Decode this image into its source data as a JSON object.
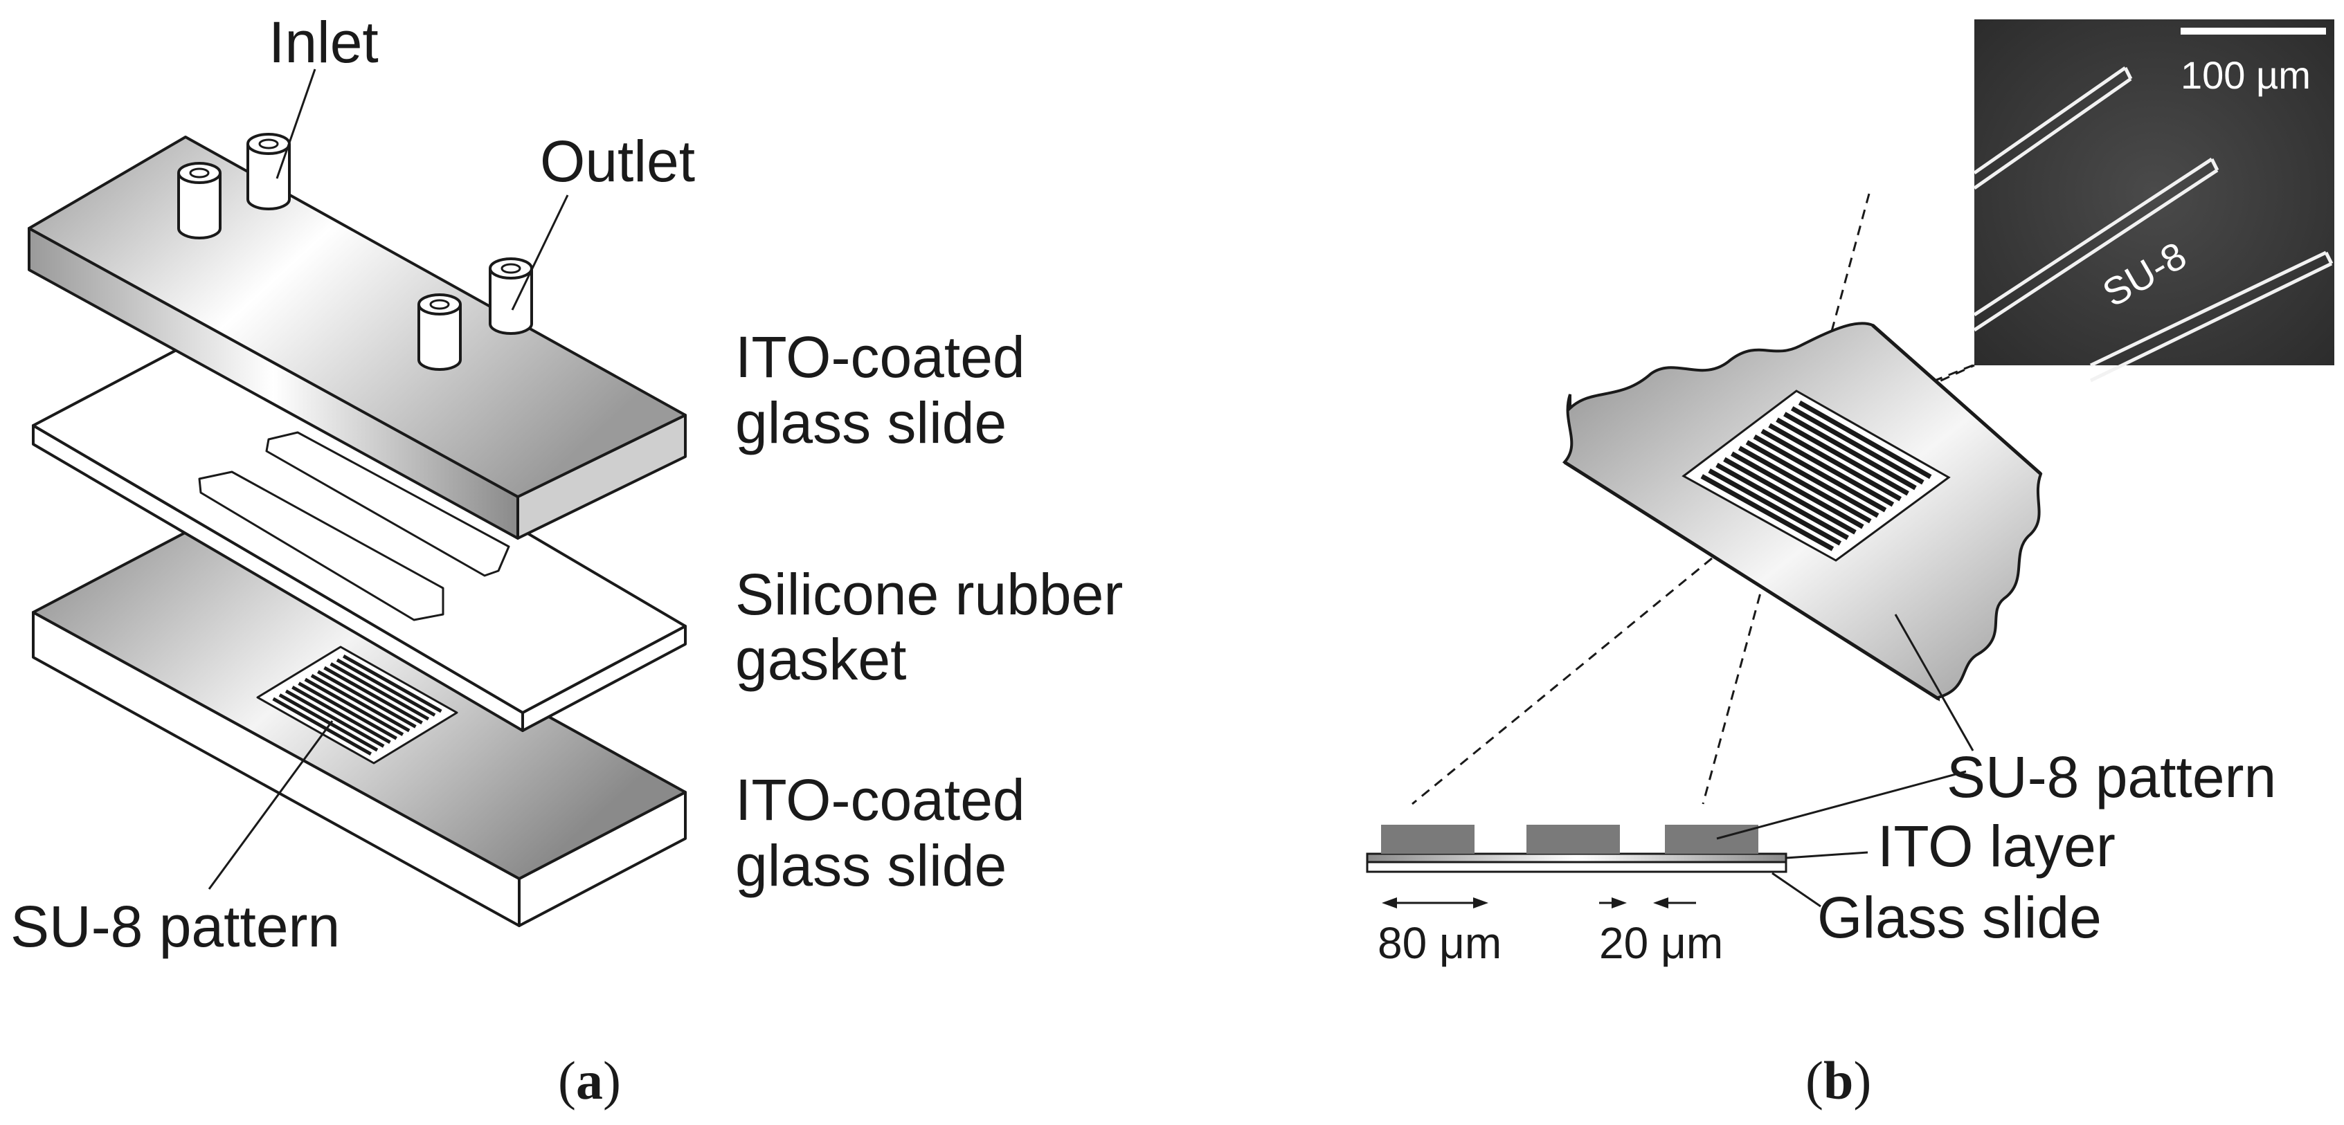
{
  "panel_a": {
    "caption_open": "(",
    "caption_letter": "a",
    "caption_close": ")",
    "label_inlet": "Inlet",
    "label_outlet": "Outlet",
    "label_top_slide_line1": "ITO-coated",
    "label_top_slide_line2": "glass slide",
    "label_gasket_line1": "Silicone rubber",
    "label_gasket_line2": "gasket",
    "label_bottom_slide_line1": "ITO-coated",
    "label_bottom_slide_line2": "glass slide",
    "label_su8_pattern": "SU-8 pattern"
  },
  "panel_b": {
    "caption_open": "(",
    "caption_letter": "b",
    "caption_close": ")",
    "sem_scale_label": "100 µm",
    "sem_material_label": "SU-8",
    "label_su8_pattern": "SU-8 pattern",
    "label_ito_layer": "ITO layer",
    "label_glass_slide": "Glass slide",
    "dim_width": "80 μm",
    "dim_gap": "20 μm"
  },
  "colors": {
    "ink": "#1a1a1a",
    "slide_dark": "#8c8c8c",
    "slide_light": "#ffffff",
    "sem_background": "#3a3a3a",
    "su8_block": "#7a7a7a"
  }
}
